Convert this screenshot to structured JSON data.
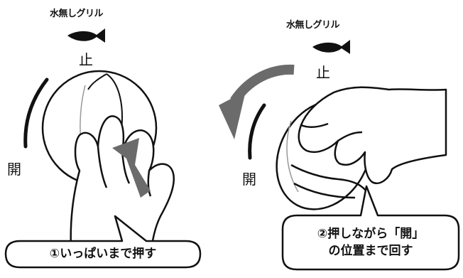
{
  "left_panel": {
    "fish_label": "水無しグリル",
    "stop_label": "止",
    "open_label": "開",
    "callout": "①いっぱいまで押す"
  },
  "right_panel": {
    "fish_label": "水無しグリル",
    "stop_label": "止",
    "open_label": "開",
    "callout_line1": "②押しながら「開」",
    "callout_line2": "の位置まで回す"
  },
  "icons": {
    "fish": "fish-icon",
    "press_arrow": "press-arrow-icon",
    "rotate_arrow": "rotate-arrow-icon"
  },
  "colors": {
    "line": "#111111",
    "arrow_gray": "#6b6b6b",
    "background": "#ffffff"
  }
}
